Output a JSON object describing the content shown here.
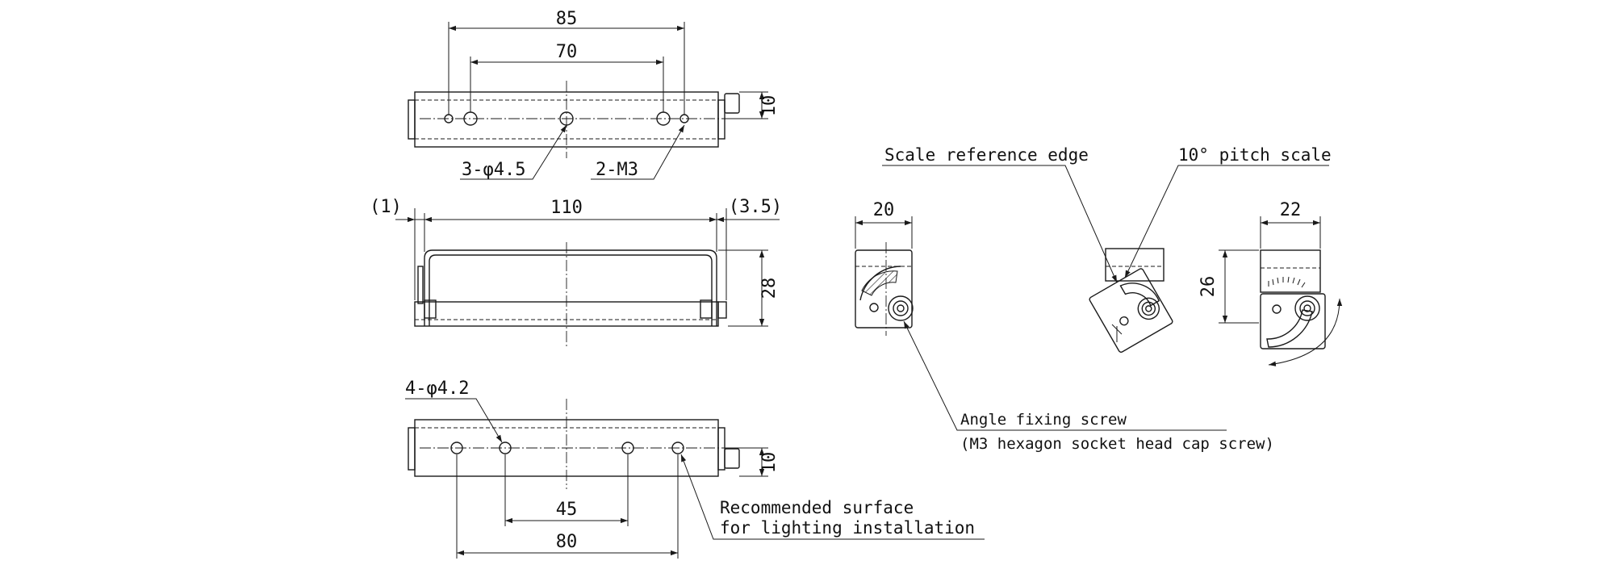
{
  "views": {
    "top": {
      "dim_85": "85",
      "dim_70": "70",
      "dim_10": "10",
      "callout_holes": "3-φ4.5",
      "callout_thread": "2-M3"
    },
    "front": {
      "dim_1": "(1)",
      "dim_110": "110",
      "dim_3_5": "(3.5)",
      "dim_28": "28"
    },
    "bottom": {
      "callout_holes": "4-φ4.2",
      "dim_45": "45",
      "dim_80": "80",
      "dim_10": "10",
      "note_line1": "Recommended surface",
      "note_line2": "for lighting installation"
    },
    "side_neutral": {
      "dim_20": "20"
    },
    "side_tilted": {
      "label_edge": "Scale reference edge",
      "label_scale": "10° pitch scale"
    },
    "side_rotated": {
      "dim_22": "22",
      "dim_26": "26"
    },
    "screw_note": {
      "line1": "Angle fixing screw",
      "line2": "(M3 hexagon socket head cap screw)"
    }
  }
}
